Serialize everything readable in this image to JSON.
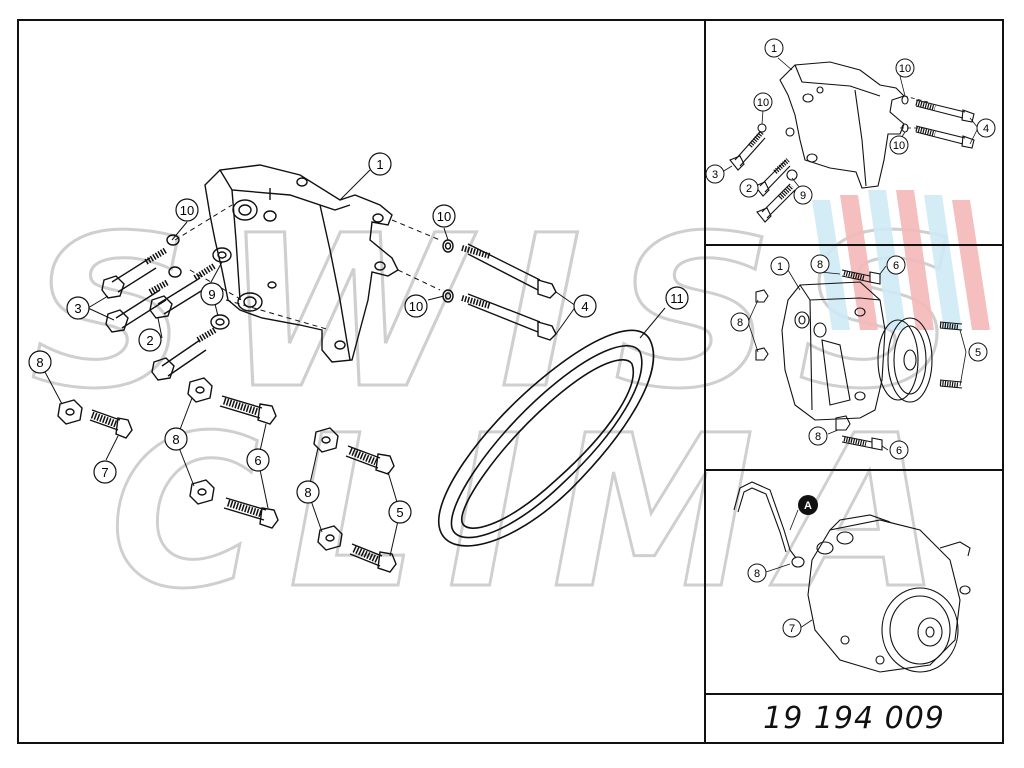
{
  "watermark": {
    "line1": "SWISS",
    "line2": "CLIMA"
  },
  "main_view": {
    "callouts": [
      "1",
      "10",
      "10",
      "10",
      "3",
      "9",
      "2",
      "4",
      "11",
      "8",
      "7",
      "8",
      "6",
      "8",
      "5"
    ]
  },
  "view_top_right": {
    "callouts": [
      "1",
      "10",
      "10",
      "10",
      "4",
      "3",
      "2",
      "9"
    ]
  },
  "view_middle_right": {
    "callouts": [
      "1",
      "8",
      "6",
      "8",
      "5",
      "8",
      "6"
    ]
  },
  "view_bottom_right": {
    "badge": "A",
    "callouts": [
      "8",
      "7"
    ]
  },
  "part_number": "19 194 009",
  "colors": {
    "line": "#111111",
    "watermark_stroke": "#cfcfcf",
    "flag_red": "#f4b9b9",
    "flag_blue": "#cfeaf6"
  }
}
